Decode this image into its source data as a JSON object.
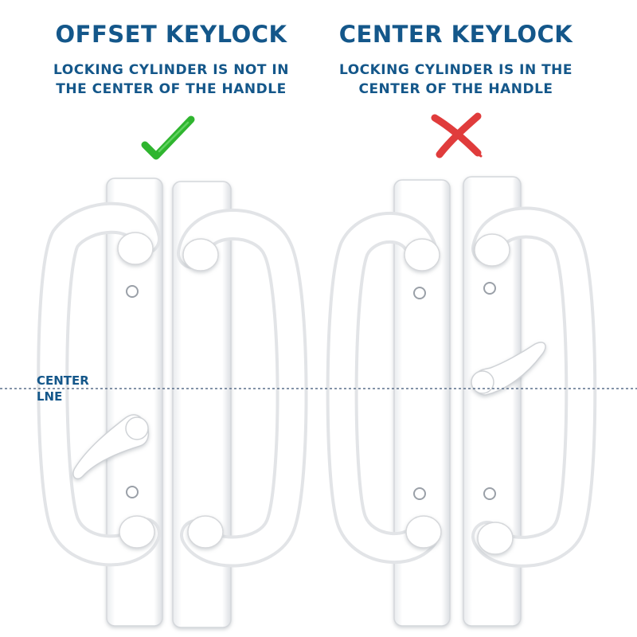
{
  "left_panel": {
    "title": "OFFSET KEYLOCK",
    "subtitle_line1": "LOCKING CYLINDER IS NOT IN",
    "subtitle_line2": "THE CENTER OF THE HANDLE",
    "mark": "check-icon"
  },
  "right_panel": {
    "title": "CENTER KEYLOCK",
    "subtitle_line1": "LOCKING CYLINDER IS IN THE",
    "subtitle_line2": "CENTER OF THE HANDLE",
    "mark": "cross-icon"
  },
  "center_line": {
    "label_line1": "CENTER",
    "label_line2": "LNE"
  },
  "colors": {
    "text": "#14578a",
    "check": "#2fb52f",
    "cross": "#e03c3c",
    "handle": "#fdfdfd",
    "handle_shade": "#d6d8db",
    "center_line": "#5a6e8a"
  }
}
